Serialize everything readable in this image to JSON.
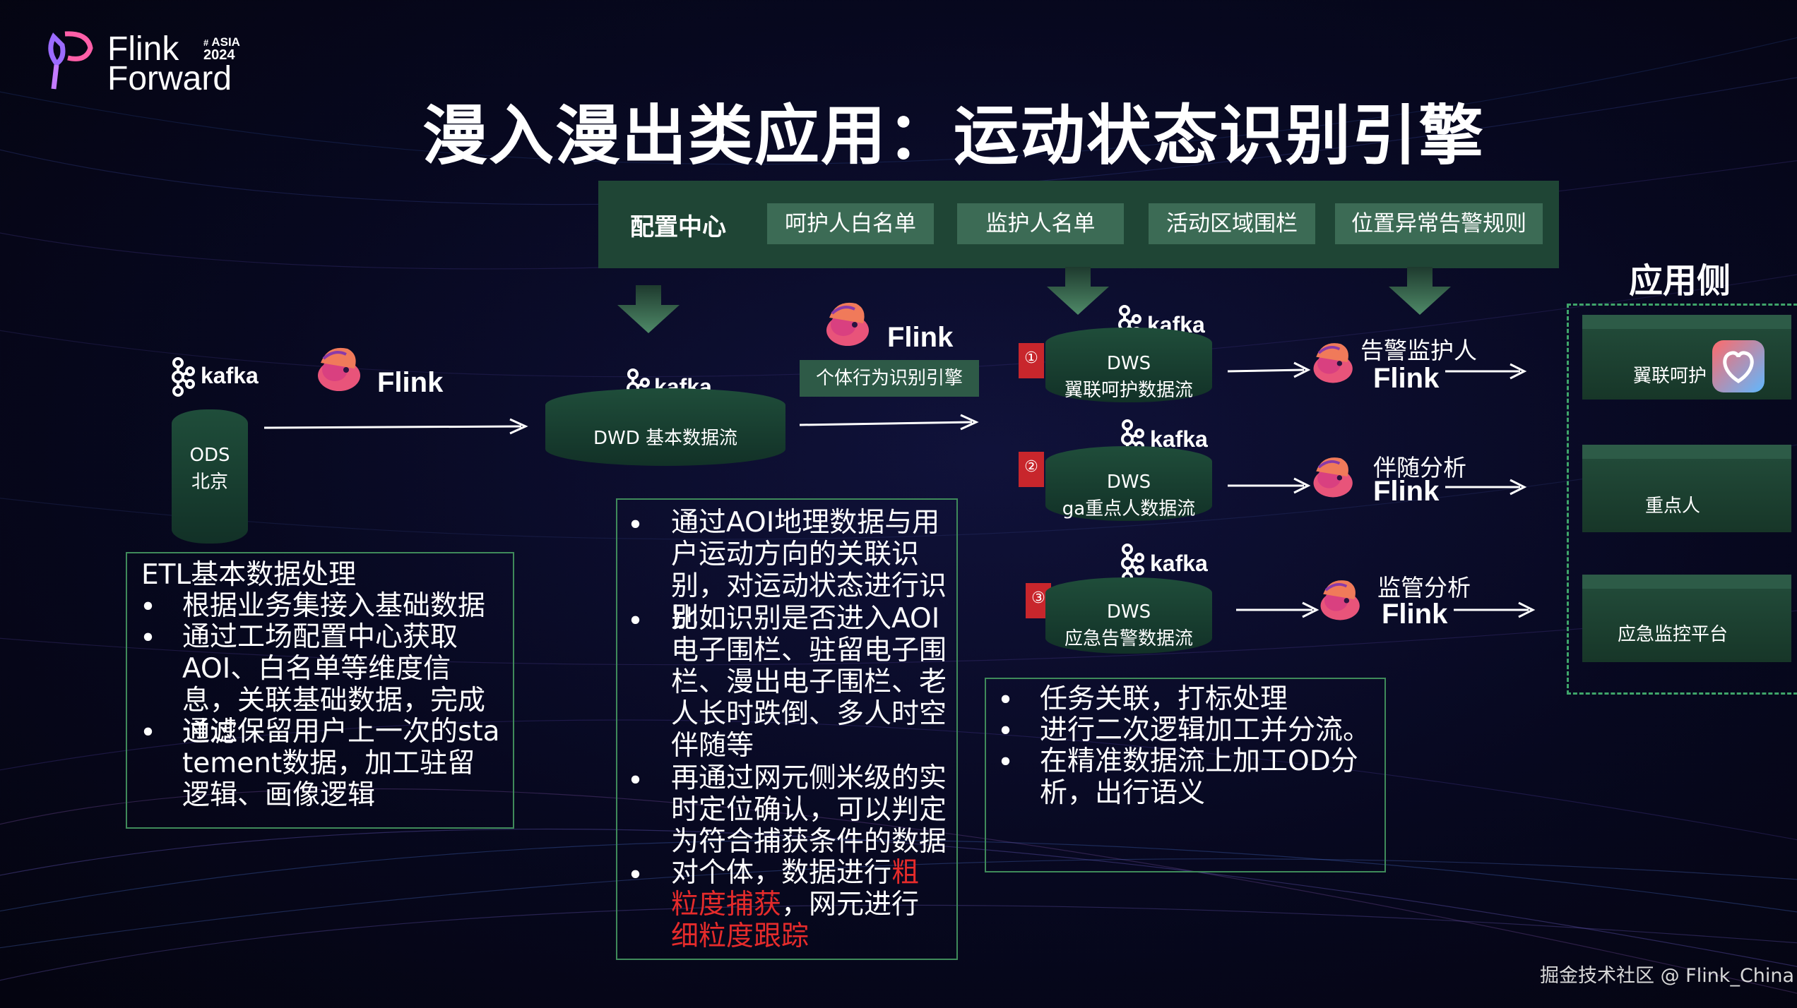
{
  "logo": {
    "line1": "Flink",
    "line2": "Forward",
    "badge_region": "ASIA",
    "badge_year": "2024"
  },
  "title": "漫入漫出类应用：运动状态识别引擎",
  "config": {
    "label": "配置中心",
    "items": [
      "呵护人白名单",
      "监护人名单",
      "活动区域围栏",
      "位置异常告警规则"
    ]
  },
  "source": {
    "kafka": "kafka",
    "flink": "Flink",
    "ods_line1": "ODS",
    "ods_line2": "北京"
  },
  "dwd": {
    "kafka": "kafka",
    "label": "DWD 基本数据流"
  },
  "engine": {
    "flink": "Flink",
    "label": "个体行为识别引擎"
  },
  "dws": [
    {
      "num": "①",
      "kafka": "kafka",
      "line1": "DWS",
      "line2": "翼联呵护数据流"
    },
    {
      "num": "②",
      "kafka": "kafka",
      "line1": "DWS",
      "line2": "ga重点人数据流"
    },
    {
      "num": "③",
      "kafka": "kafka",
      "line1": "DWS",
      "line2": "应急告警数据流"
    }
  ],
  "tasks": [
    {
      "label": "告警监护人",
      "flink": "Flink"
    },
    {
      "label": "伴随分析",
      "flink": "Flink"
    },
    {
      "label": "监管分析",
      "flink": "Flink"
    }
  ],
  "app_side": {
    "title": "应用侧",
    "items": [
      "翼联呵护",
      "重点人",
      "应急监控平台"
    ]
  },
  "etl_box": {
    "heading": "ETL基本数据处理",
    "bullets": [
      "根据业务集接入基础数据",
      "通过工场配置中心获取AOI、白名单等维度信息，关联基础数据，完成过滤",
      "通过保留用户上一次的statement数据，加工驻留逻辑、画像逻辑"
    ]
  },
  "engine_box": {
    "bullets": [
      "通过AOI地理数据与用户运动方向的关联识别，对运动状态进行识别",
      "比如识别是否进入AOI电子围栏、驻留电子围栏、漫出电子围栏、老人长时跌倒、多人时空伴随等",
      "再通过网元侧米级的实时定位确认，可以判定为符合捕获条件的数据"
    ],
    "last_prefix": "对个体，数据进行",
    "last_red1": "粗粒度捕获",
    "last_mid": "，网元进行",
    "last_red2": "细粒度跟踪"
  },
  "task_box": {
    "bullets": [
      "任务关联，打标处理",
      "进行二次逻辑加工并分流。",
      "在精准数据流上加工OD分析，出行语义"
    ]
  },
  "footer": "掘金技术社区 @ Flink_China",
  "colors": {
    "dark_green": "#1f4535",
    "chip_green": "#3c6b55",
    "border_green": "#3f8a5a",
    "red": "#e52b2b",
    "background": "#07081f"
  }
}
